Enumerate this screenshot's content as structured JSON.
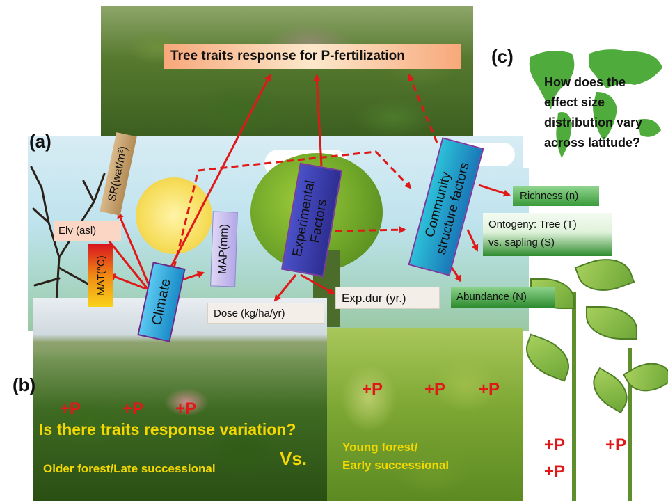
{
  "title": "Tree traits response for P-fertilization",
  "panels": {
    "a": "(a)",
    "b": "(b)",
    "c": "(c)"
  },
  "question_c": "How does the effect size distribution vary across latitude?",
  "question_c_lines": [
    "How does the",
    "effect size",
    "distribution vary",
    "across latitude?"
  ],
  "nodes": {
    "climate": "Climate",
    "experimental": "Experimental Factors",
    "experimental_lines": [
      "Experimental",
      "Factors"
    ],
    "community": "Community structure factors",
    "community_lines": [
      "Community",
      "structure factors"
    ],
    "sr": "SR(wat/m²)",
    "elv": "Elv (asl)",
    "mat": "MAT(°C)",
    "map": "MAP(mm)",
    "dose": "Dose (kg/ha/yr)",
    "expdur": "Exp.dur (yr.)",
    "richness": "Richness (n)",
    "ontogeny": "Ontogeny: Tree (T) vs. sapling (S)",
    "ontogeny_lines": [
      "Ontogeny: Tree (T)",
      "vs. sapling (S)"
    ],
    "abundance": "Abundance (N)"
  },
  "panel_b": {
    "question": "Is there traits response variation?",
    "vs": "Vs.",
    "older": "Older forest/Late successional",
    "young": "Young forest/ Early successional",
    "young_lines": [
      "Young forest/",
      "Early successional"
    ],
    "plus_p": "+P"
  },
  "colors": {
    "arrow": "#e01818",
    "climate_box": "#1aa2dc",
    "experimental_box": "#3a3aa8",
    "community_box": "#1e8fc8",
    "green_box": "#2e8b2e",
    "title_box": "#f7a87a",
    "yellow_text": "#f5d800",
    "plus_p": "#e01818"
  }
}
